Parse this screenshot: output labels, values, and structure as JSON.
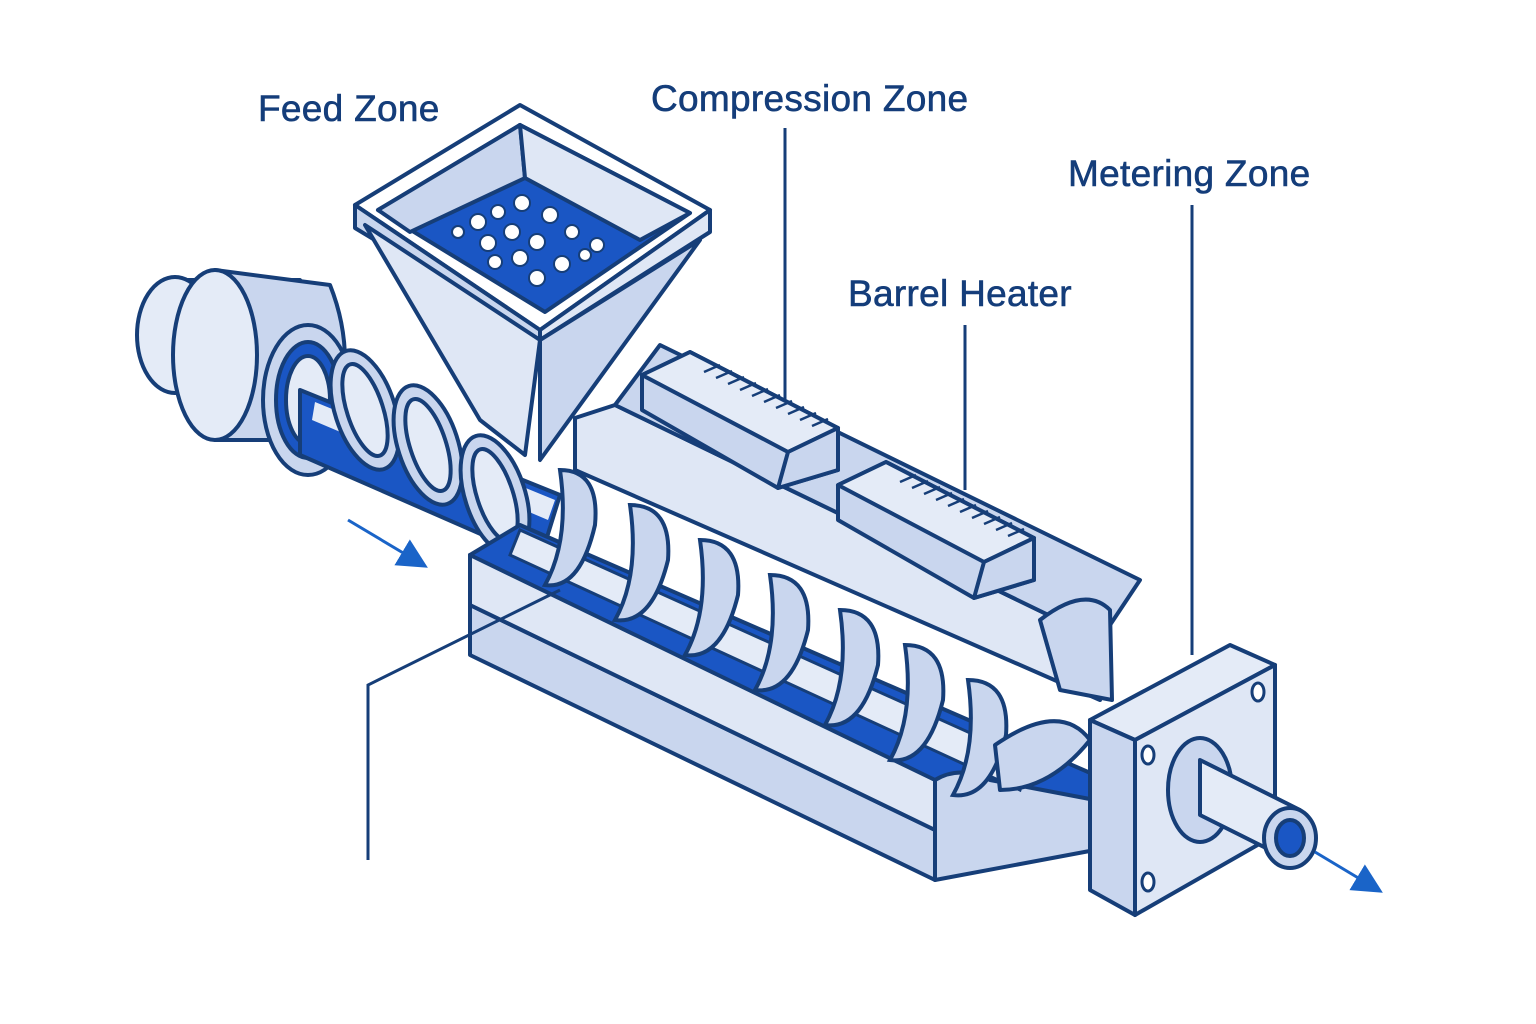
{
  "labels": {
    "feed_zone": "Feed Zone",
    "compression_zone": "Compression Zone",
    "metering_zone": "Metering Zone",
    "barrel_heater": "Barrel Heater"
  },
  "colors": {
    "outline": "#163e78",
    "label_text": "#143d7a",
    "deep_blue": "#1a56c4",
    "light_blue": "#c9d6ee",
    "pale_blue": "#e4ebf7",
    "white": "#ffffff",
    "arrow": "#1a64c8"
  },
  "icons": {
    "material_flow_in": "arrow-icon",
    "material_flow_out": "arrow-icon"
  }
}
